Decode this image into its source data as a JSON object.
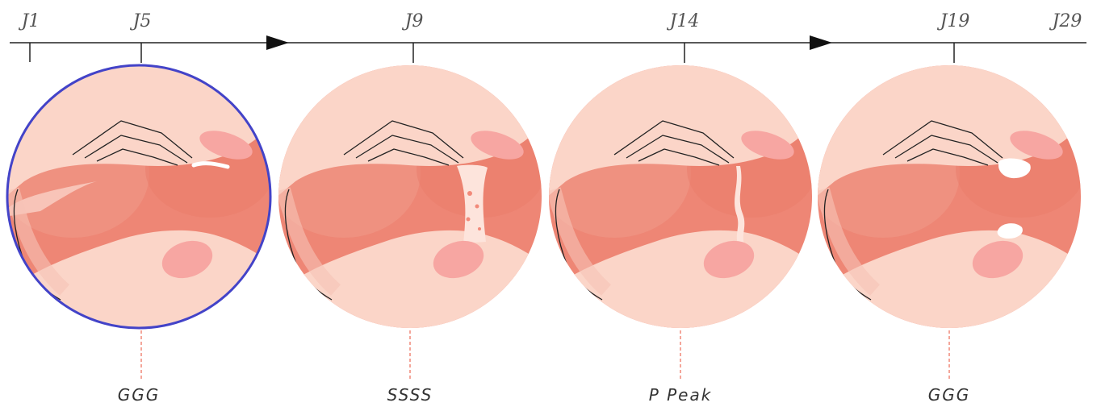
{
  "timeline": {
    "days": [
      {
        "label": "J1"
      },
      {
        "label": "J5"
      },
      {
        "label": "J9"
      },
      {
        "label": "J14"
      },
      {
        "label": "J19"
      },
      {
        "label": "J29"
      }
    ]
  },
  "panels": [
    {
      "label": "GGG",
      "selected": true,
      "mucus": "none"
    },
    {
      "label": "SSSS",
      "selected": false,
      "mucus": "sticky-stretch"
    },
    {
      "label": "P Peak",
      "selected": false,
      "mucus": "thin-stretch"
    },
    {
      "label": "GGG",
      "selected": false,
      "mucus": "blobs"
    }
  ],
  "colors": {
    "skin_dark": "#ee8675",
    "skin_light": "#fbd5c8",
    "nail": "#f7a6a2",
    "mucus": "#fde4dc",
    "selection": "#4343c8",
    "dashes": "#f08878",
    "axis": "#222222"
  }
}
